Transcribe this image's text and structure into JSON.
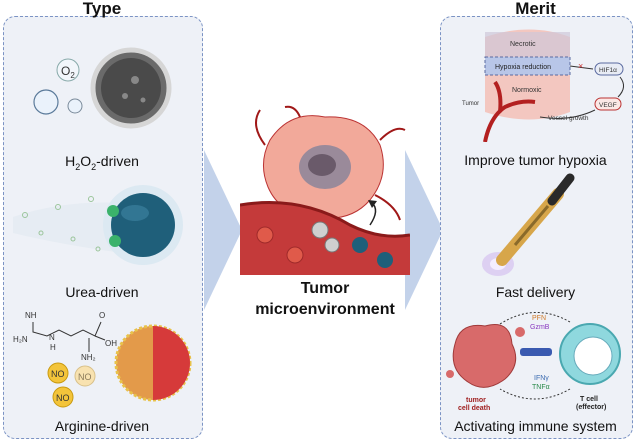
{
  "left_panel": {
    "title": "Type",
    "o2_label": "O",
    "o2_sub": "2",
    "items": [
      {
        "label_prefix": "H",
        "label_sub1": "2",
        "label_mid": "O",
        "label_sub2": "2",
        "label_suffix": "-driven"
      },
      {
        "label": "Urea-driven"
      },
      {
        "label": "Arginine-driven"
      }
    ],
    "arginine_structure": {
      "h2n": "H₂N",
      "nh": "NH",
      "h": "H",
      "n": "N",
      "o": "O",
      "oh": "OH",
      "nh2": "NH₂"
    },
    "no_badges": [
      "NO",
      "NO",
      "NO"
    ]
  },
  "center": {
    "title_line1": "Tumor",
    "title_line2": "microenvironment"
  },
  "right_panel": {
    "title": "Merit",
    "hypoxia_diagram": {
      "necrotic": "Necrotic",
      "hypoxia_reduction": "Hypoxia reduction",
      "normoxic": "Normoxic",
      "tumor": "Tumor",
      "hif": "HIF1α",
      "vegf": "VEGF",
      "vessel_growth": "Vessel growth"
    },
    "immune_diagram": {
      "pfn": "PFN",
      "gzmb": "GzmB",
      "ifn": "IFNγ",
      "tnf": "TNFα",
      "tumor_death_1": "tumor",
      "tumor_death_2": "cell death",
      "tcell_1": "T cell",
      "tcell_2": "(effector)"
    },
    "items": [
      {
        "label": "Improve tumor hypoxia"
      },
      {
        "label": "Fast delivery"
      },
      {
        "label": "Activating immune system"
      }
    ]
  },
  "colors": {
    "panel_bg": "#eef1f7",
    "panel_border": "#7b93c4",
    "arrow": "#c3d2ea",
    "motor_blue": "#1f5f7a",
    "vessel_red": "#b32020"
  }
}
